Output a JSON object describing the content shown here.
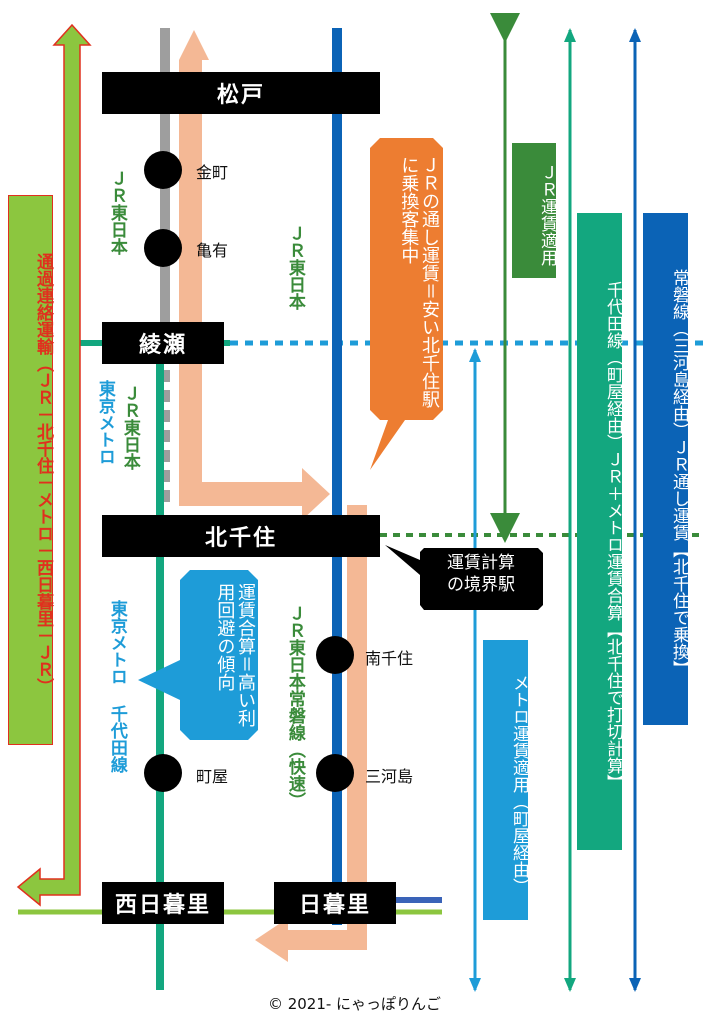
{
  "stations": {
    "matsudo": "松戸",
    "kanamachi": "金町",
    "kameari": "亀有",
    "ayase": "綾瀬",
    "kitasenju": "北千住",
    "minamisenju": "南千住",
    "mikawashima": "三河島",
    "machiya": "町屋",
    "nishinippori": "西日暮里",
    "nippori": "日暮里"
  },
  "line_labels": {
    "jr_east_left": "ＪＲ東日本",
    "jr_east_mid": "ＪＲ東日本",
    "jr_east_lower": "ＪＲ東日本",
    "tokyo_metro_upper": "東京メトロ",
    "jr_joban_rapid": "ＪＲ東日本常磐線（快速）",
    "tokyo_metro_chiyoda": "東京メトロ 千代田線"
  },
  "callouts": {
    "jr_through_fare": "ＪＲの通し運賃＝安い北千住駅に乗換客集中",
    "combined_fare": "運賃合算＝高い利用回避の傾向",
    "boundary_line1": "運賃計算",
    "boundary_line2": "の境界駅"
  },
  "fare_boxes": {
    "transit_contract": "通過連絡運輸（ＪＲ－北千住－メトロ－西日暮里－ＪＲ）",
    "jr_fare": "ＪＲ運賃適用",
    "chiyoda_route": "千代田線（町屋経由）ＪＲ＋メトロ運賃合算【北千住で打切計算】",
    "joban_route": "常磐線（三河島経由）ＪＲ通し運賃【北千住で乗換】",
    "metro_fare": "メトロ運賃適用（町屋経由）"
  },
  "copyright": "© 2021- にゃっぽりんご",
  "colors": {
    "jr_joban_local": "#9e9e9e",
    "jr_joban_rapid": "#0b63b6",
    "chiyoda": "#13a77f",
    "yamanote_like": "#8cc63f",
    "jr_fare_green": "#3a8b3a",
    "orange_callout": "#ed7d31",
    "blue_callout": "#1e9cd8",
    "peach_arrow": "#f3b08a",
    "dashed_blue": "#1e9cd8",
    "transit_box": "#8cc63f",
    "transit_text": "#e0301e"
  }
}
